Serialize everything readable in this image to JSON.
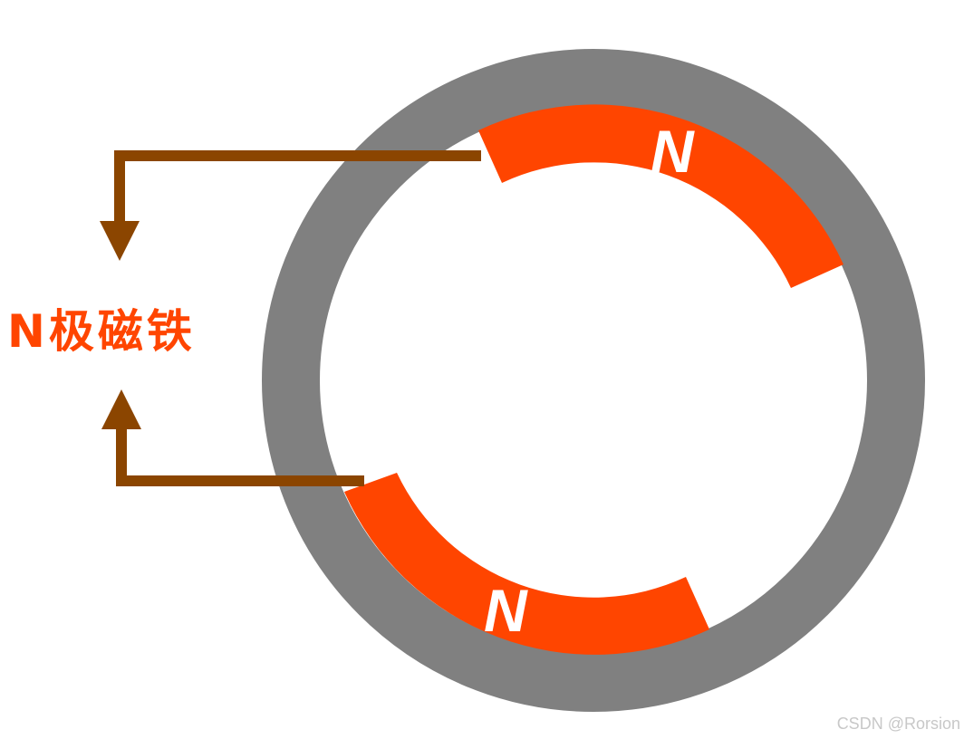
{
  "title": "N极磁铁",
  "magnets": [
    {
      "pole": "N"
    },
    {
      "pole": "N"
    }
  ],
  "watermark": "CSDN @Rorsion",
  "colors": {
    "ring": "#808080",
    "magnet": "#ff4500",
    "arrow": "#8b4500",
    "label": "#ff4500",
    "pole_text": "#ffffff"
  }
}
